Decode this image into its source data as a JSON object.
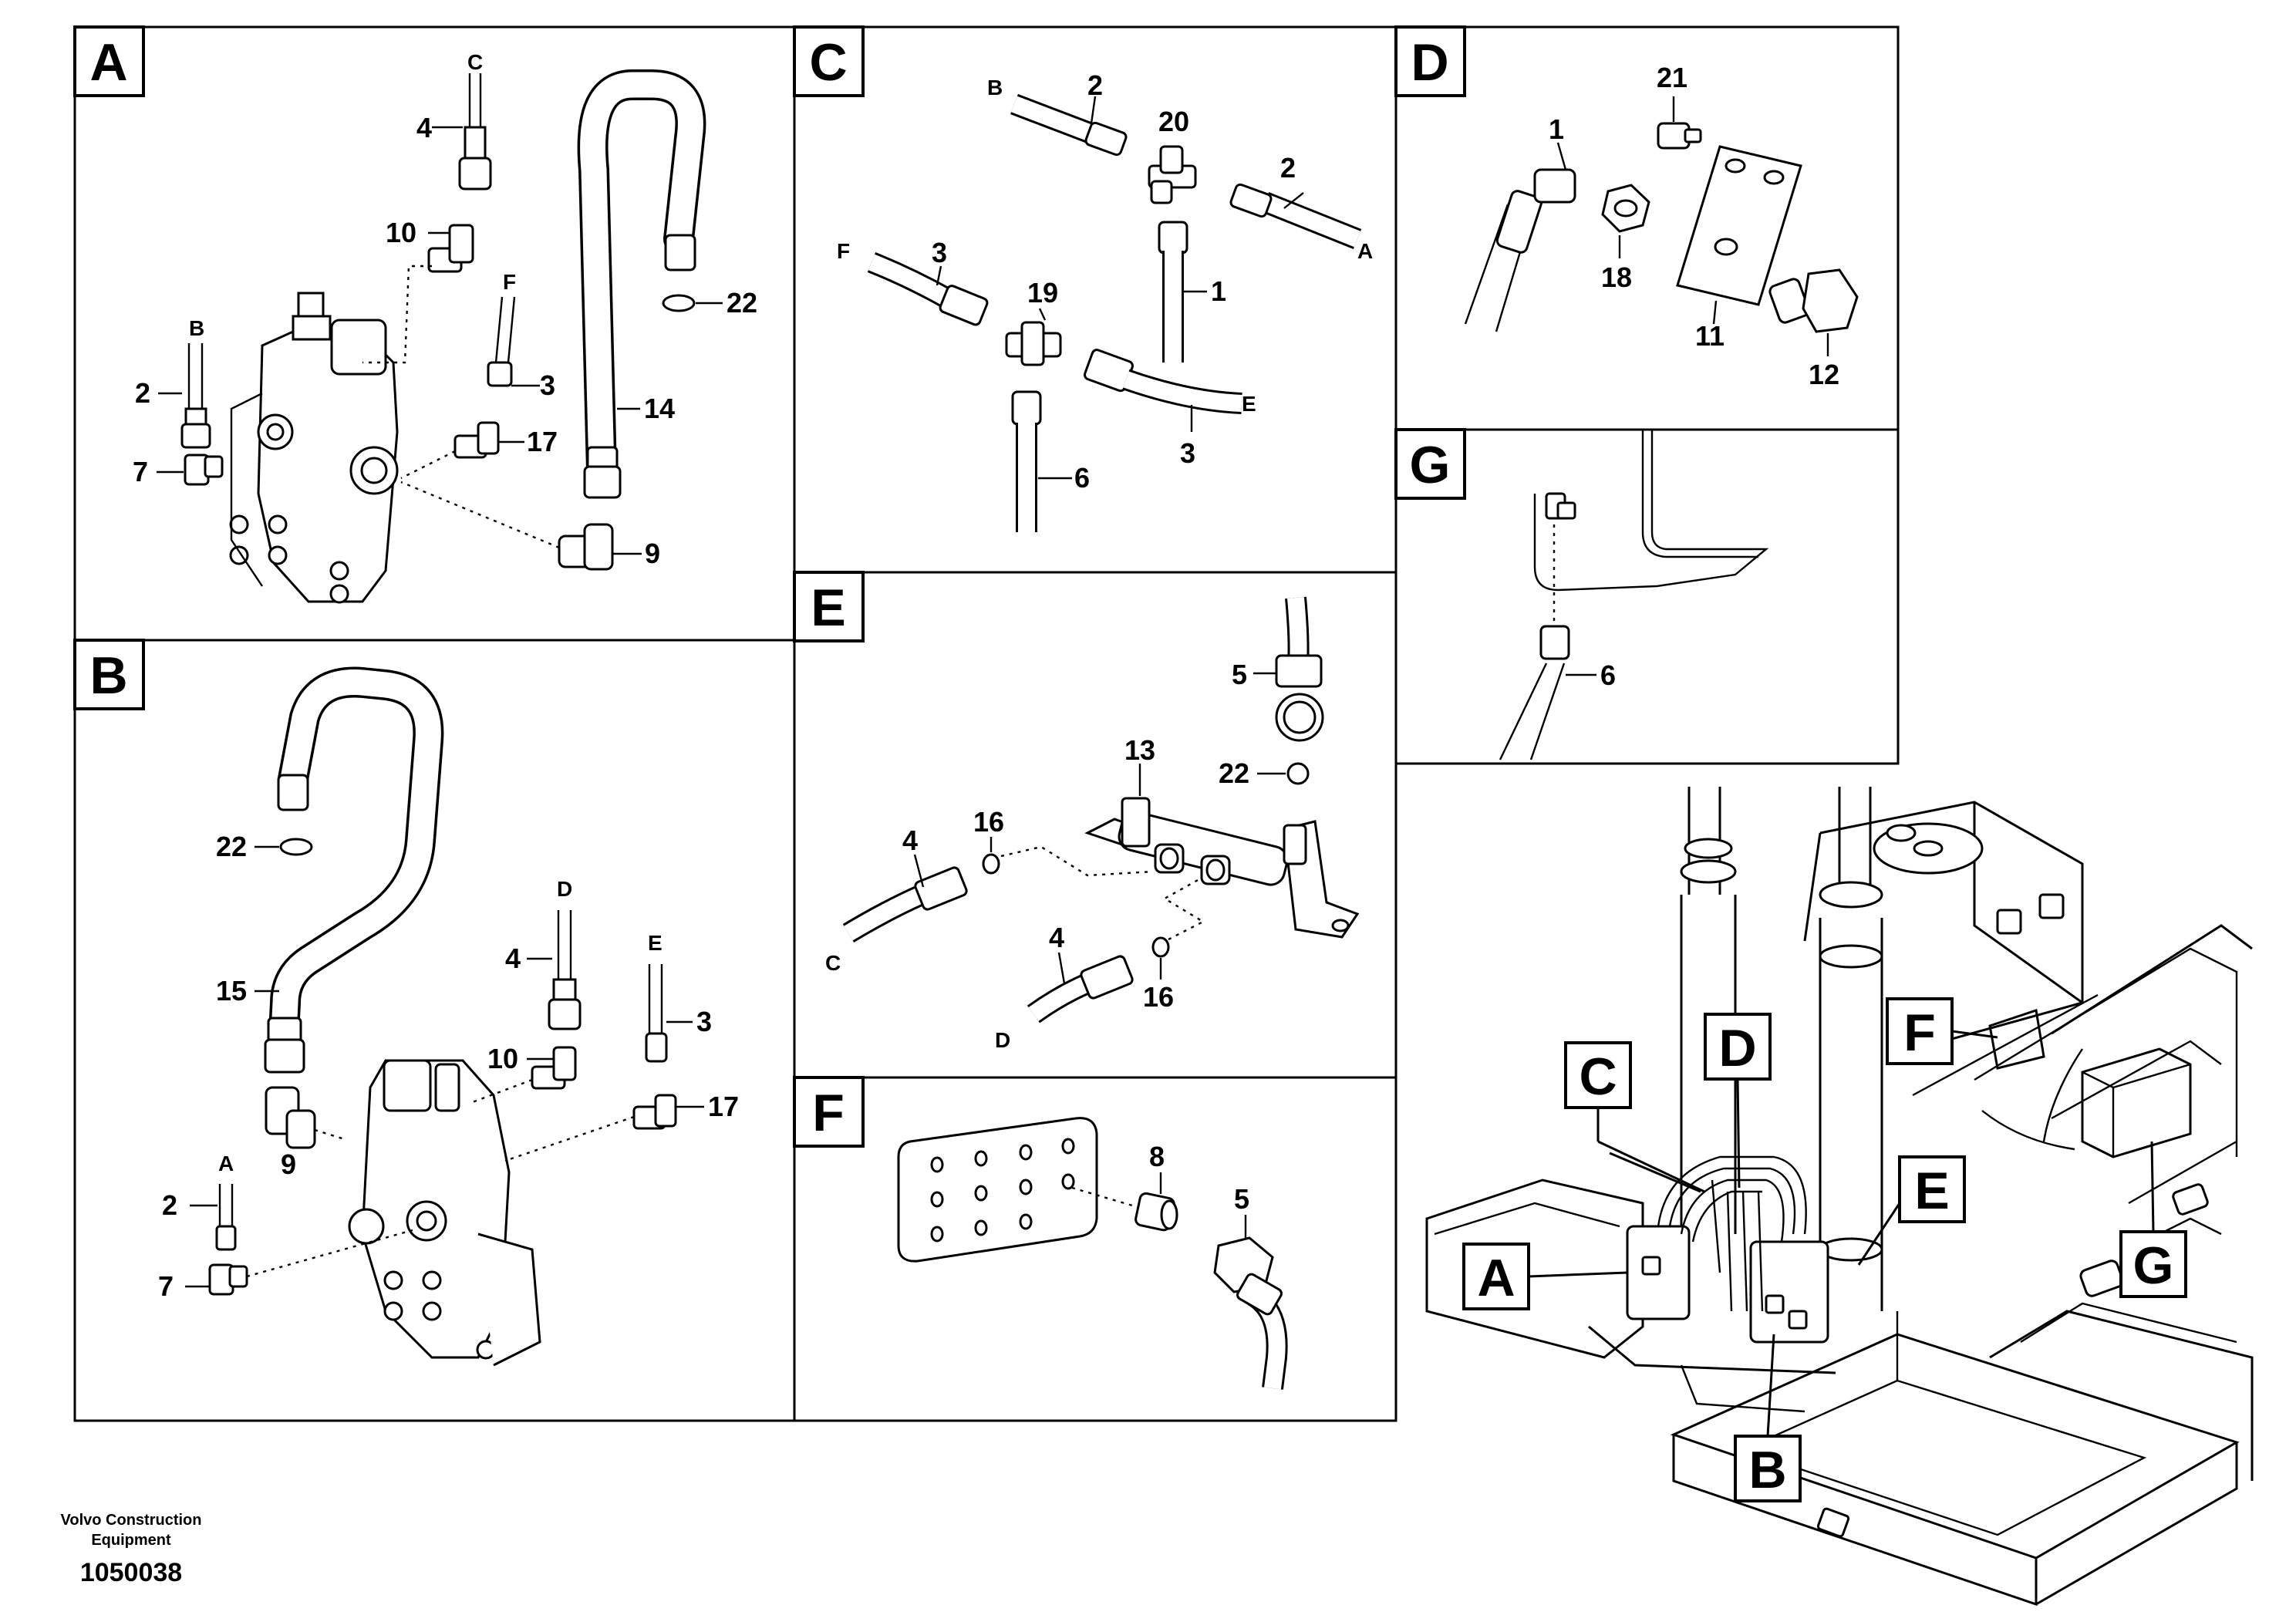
{
  "panels": {
    "A": {
      "letter": "A",
      "callouts": [
        "4",
        "10",
        "2",
        "7",
        "3",
        "17",
        "14",
        "22",
        "9"
      ],
      "connectors": [
        "C",
        "F",
        "B"
      ]
    },
    "B": {
      "letter": "B",
      "callouts": [
        "22",
        "15",
        "4",
        "10",
        "3",
        "17",
        "9",
        "2",
        "7"
      ],
      "connectors": [
        "D",
        "E",
        "A"
      ]
    },
    "C": {
      "letter": "C",
      "callouts": [
        "2",
        "20",
        "2",
        "3",
        "19",
        "1",
        "3",
        "6"
      ],
      "connectors": [
        "B",
        "A",
        "F",
        "E"
      ]
    },
    "D": {
      "letter": "D",
      "callouts": [
        "21",
        "1",
        "18",
        "11",
        "12"
      ]
    },
    "E": {
      "letter": "E",
      "callouts": [
        "5",
        "13",
        "22",
        "16",
        "4",
        "4",
        "16"
      ],
      "connectors": [
        "C",
        "D"
      ]
    },
    "F": {
      "letter": "F",
      "callouts": [
        "8",
        "5"
      ]
    },
    "G": {
      "letter": "G",
      "callouts": [
        "6"
      ]
    }
  },
  "overview_labels": [
    "C",
    "D",
    "F",
    "E",
    "A",
    "G",
    "B"
  ],
  "footer": {
    "manufacturer_line1": "Volvo Construction",
    "manufacturer_line2": "Equipment",
    "drawing_number": "1050038"
  }
}
